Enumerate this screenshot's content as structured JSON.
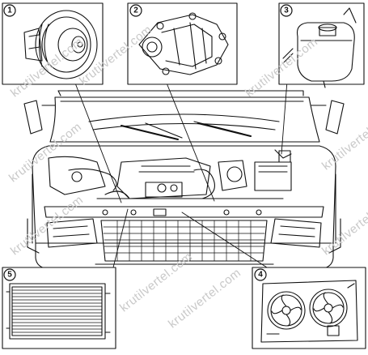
{
  "callouts": [
    {
      "number": "1",
      "part": "thermostat"
    },
    {
      "number": "2",
      "part": "water-pump"
    },
    {
      "number": "3",
      "part": "expansion-tank"
    },
    {
      "number": "4",
      "part": "cooling-fan-assembly"
    },
    {
      "number": "5",
      "part": "radiator"
    }
  ],
  "watermark": "krutilvertel.com",
  "colors": {
    "line": "#111111",
    "watermark": "#c9c9c9",
    "background": "#ffffff"
  }
}
